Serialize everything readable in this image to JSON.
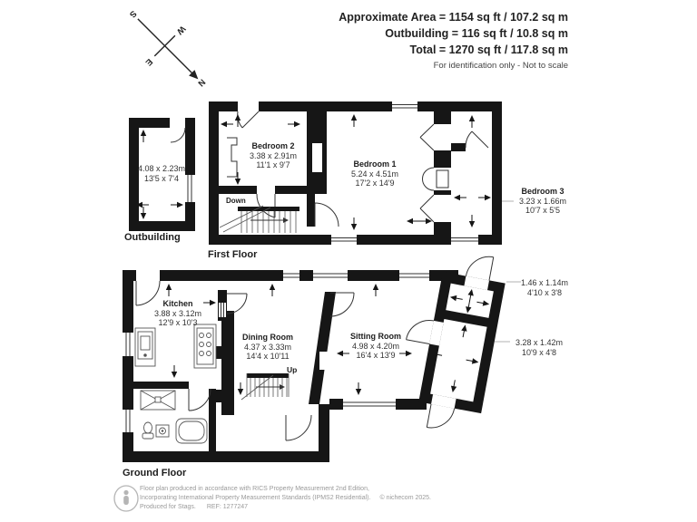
{
  "header": {
    "area_line": "Approximate Area = 1154 sq ft / 107.2 sq m",
    "outbuilding_line": "Outbuilding = 116 sq ft / 10.8 sq m",
    "total_line": "Total = 1270 sq ft / 117.8 sq m",
    "note": "For identification only - Not to scale"
  },
  "compass": {
    "n": "N",
    "s": "S",
    "e": "E",
    "w": "W"
  },
  "floors": {
    "first": {
      "label": "First Floor",
      "stairs": "Down"
    },
    "ground": {
      "label": "Ground Floor",
      "stairs": "Up"
    },
    "outbuilding": {
      "label": "Outbuilding"
    }
  },
  "rooms": {
    "outbuilding": {
      "metric": "4.08 x 2.23m",
      "imperial": "13'5 x 7'4"
    },
    "bedroom2": {
      "name": "Bedroom 2",
      "metric": "3.38 x 2.91m",
      "imperial": "11'1 x 9'7"
    },
    "bedroom1": {
      "name": "Bedroom 1",
      "metric": "5.24 x 4.51m",
      "imperial": "17'2 x 14'9"
    },
    "bedroom3": {
      "name": "Bedroom 3",
      "metric": "3.23 x 1.66m",
      "imperial": "10'7 x 5'5"
    },
    "kitchen": {
      "name": "Kitchen",
      "metric": "3.88 x 3.12m",
      "imperial": "12'9 x 10'3"
    },
    "dining_room": {
      "name": "Dining Room",
      "metric": "4.37 x 3.33m",
      "imperial": "14'4 x 10'11"
    },
    "sitting_room": {
      "name": "Sitting Room",
      "metric": "4.98 x 4.20m",
      "imperial": "16'4 x 13'9"
    },
    "annex_top": {
      "metric": "1.46 x 1.14m",
      "imperial": "4'10 x 3'8"
    },
    "annex_bottom": {
      "metric": "3.28 x 1.42m",
      "imperial": "10'9 x 4'8"
    }
  },
  "footer": {
    "line1": "Floor plan produced in accordance with RICS Property Measurement 2nd Edition,",
    "line2": "Incorporating International Property Measurement Standards (IPMS2 Residential).",
    "copyright": "© nichecom 2025.",
    "line3": "Produced for Stags.",
    "ref": "REF: 1277247"
  },
  "colors": {
    "wall": "#161616",
    "line": "#333333",
    "leader": "#b0b0b0",
    "text_gray": "#9a9a9a"
  }
}
